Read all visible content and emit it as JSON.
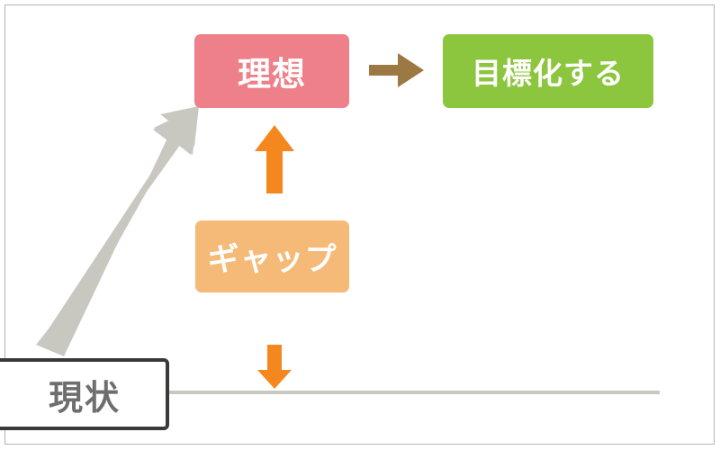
{
  "diagram": {
    "title": "gap-analysis-diagram",
    "background_color": "#ffffff",
    "frame_color": "#b3b3b3",
    "nodes": {
      "ideal": {
        "label": "理想",
        "color": "#ee8089",
        "text_color": "#ffffff",
        "shape": "rounded-rectangle"
      },
      "goal": {
        "label": "目標化する",
        "color": "#8cc63e",
        "text_color": "#ffffff",
        "shape": "rounded-rectangle"
      },
      "gap": {
        "label": "ギャップ",
        "color": "#f5b978",
        "text_color": "#ffffff",
        "shape": "rounded-rectangle"
      },
      "current": {
        "label": "現状",
        "color": "#ffffff",
        "border_color": "#3a3a3a",
        "text_color": "#6e6e6e",
        "shape": "outlined-rectangle"
      }
    },
    "connectors": {
      "ideal_to_goal": {
        "name": "brown-right-arrow",
        "color": "#9c7844",
        "direction": "right"
      },
      "gap_to_ideal": {
        "name": "orange-up-arrow",
        "color": "#f5871f",
        "direction": "up"
      },
      "gap_to_baseline": {
        "name": "orange-down-arrow",
        "color": "#f5871f",
        "direction": "down"
      },
      "growth": {
        "name": "gray-diagonal-arrow",
        "color": "#c9c8c0",
        "direction": "up-right"
      },
      "baseline": {
        "name": "baseline-rule",
        "color": "#c9c8c0"
      }
    }
  }
}
